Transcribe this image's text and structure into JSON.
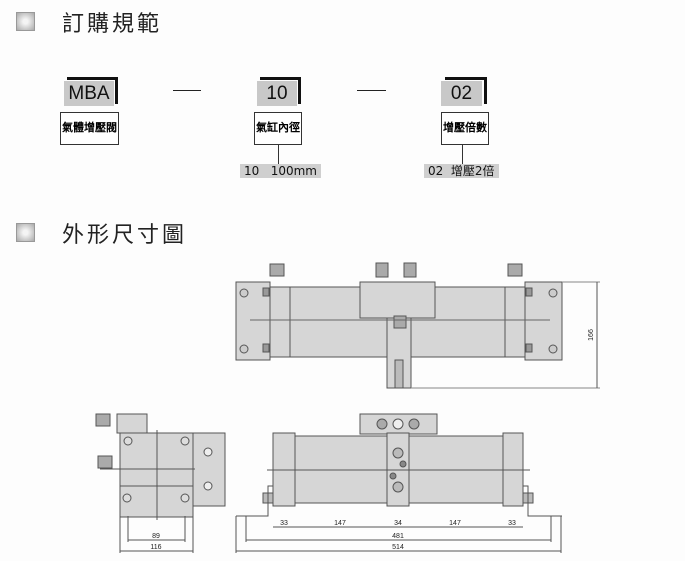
{
  "sections": {
    "ordering_title": "訂購規範",
    "dimensions_title": "外形尺寸圖"
  },
  "ordering": {
    "model": {
      "code": "MBA",
      "desc": "氣體增壓閥"
    },
    "bore": {
      "code": "10",
      "desc": "氣缸內徑",
      "option": "10   100mm"
    },
    "ratio": {
      "code": "02",
      "desc": "增壓倍數",
      "option": "02  增壓2倍"
    }
  },
  "dims": {
    "height": "166",
    "d33a": "33",
    "d147a": "147",
    "d34": "34",
    "d147b": "147",
    "d33b": "33",
    "d481": "481",
    "d514": "514",
    "d89": "89",
    "d116": "116"
  }
}
